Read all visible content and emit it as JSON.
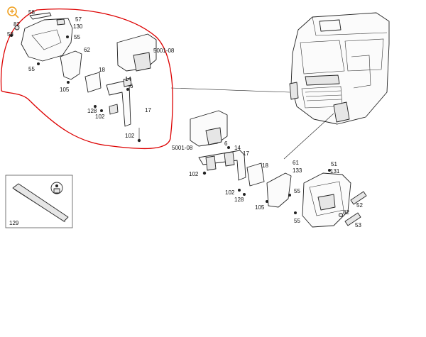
{
  "toolbar": {
    "zoom_icon": "zoom-in-icon"
  },
  "annotation": {
    "color": "#dd0000"
  },
  "labels": {
    "l58": "58",
    "l82a": "82",
    "l57": "57",
    "l130": "130",
    "l55a": "55",
    "l62": "62",
    "l55b": "55",
    "l105a": "105",
    "l18a": "18",
    "l14a": "14",
    "l6a": "6",
    "l5001a": "5001-08",
    "l128a": "128",
    "l102a": "102",
    "l17a": "17",
    "l102b": "102",
    "l5001b": "5001-08",
    "l6b": "6",
    "l14b": "14",
    "l17b": "17",
    "l102c": "102",
    "l18b": "18",
    "l61": "61",
    "l133": "133",
    "l51": "51",
    "l131": "131",
    "l102d": "102",
    "l128b": "128",
    "l55c": "55",
    "l105b": "105",
    "l52": "52",
    "l82b": "82",
    "l55d": "55",
    "l53": "53",
    "l129": "129"
  }
}
